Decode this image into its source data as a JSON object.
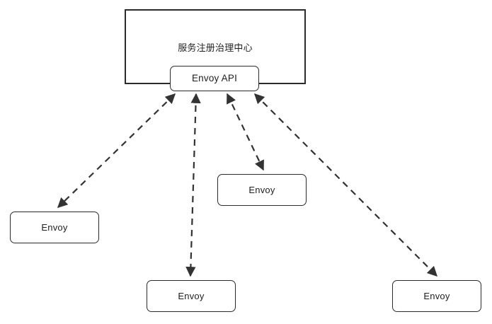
{
  "diagram": {
    "title_text": "服务注册治理中心",
    "nodes": {
      "registry": {
        "label": "服务注册治理中心"
      },
      "envoy_api": {
        "label": "Envoy API"
      },
      "envoy_left": {
        "label": "Envoy"
      },
      "envoy_mid": {
        "label": "Envoy"
      },
      "envoy_bottom": {
        "label": "Envoy"
      },
      "envoy_right": {
        "label": "Envoy"
      }
    },
    "edges": [
      {
        "from": "envoy_api",
        "to": "envoy_left",
        "style": "dashed",
        "arrow": "both"
      },
      {
        "from": "envoy_api",
        "to": "envoy_bottom",
        "style": "dashed",
        "arrow": "both"
      },
      {
        "from": "envoy_api",
        "to": "envoy_mid",
        "style": "dashed",
        "arrow": "both"
      },
      {
        "from": "envoy_api",
        "to": "envoy_right",
        "style": "dashed",
        "arrow": "both"
      }
    ],
    "colors": {
      "stroke": "#2b2b2b",
      "edge": "#333333",
      "text": "#1f1f1f",
      "background": "#ffffff"
    }
  }
}
